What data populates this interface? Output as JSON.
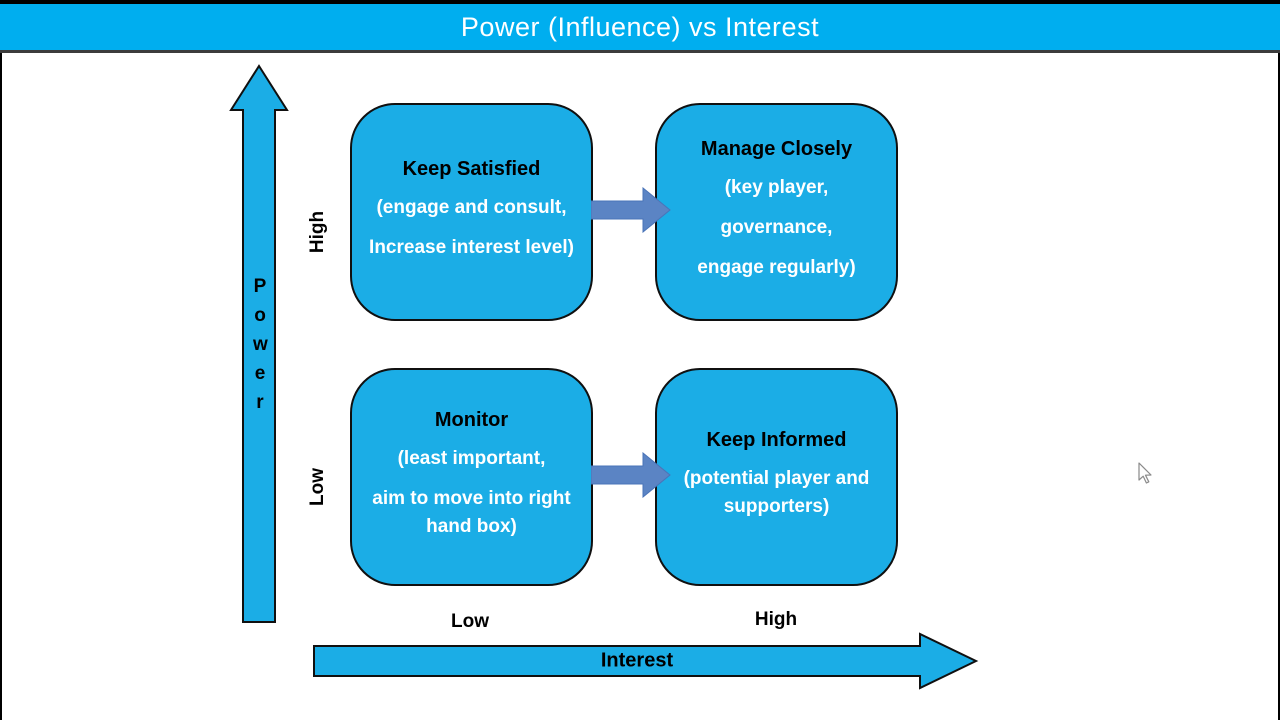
{
  "header": {
    "title": "Power (Influence) vs Interest"
  },
  "colors": {
    "header_bg": "#00AEEF",
    "box_fill": "#1BADE6",
    "box_border": "#101010",
    "connector_fill": "#5B84C4",
    "axis_arrow_fill": "#1BADE6",
    "box_title_text": "#000000",
    "box_body_text": "#FFFFFF",
    "header_text": "#FFFFFF"
  },
  "y_axis": {
    "label": "Power",
    "top_label": "High",
    "bottom_label": "Low"
  },
  "x_axis": {
    "label": "Interest",
    "left_label": "Low",
    "right_label": "High"
  },
  "quadrants": {
    "top_left": {
      "title": "Keep Satisfied",
      "lines": [
        "(engage and consult,",
        "Increase interest level)"
      ]
    },
    "top_right": {
      "title": "Manage Closely",
      "lines": [
        "(key player,",
        "governance,",
        "engage regularly)"
      ]
    },
    "bottom_left": {
      "title": "Monitor",
      "lines": [
        "(least important,",
        "aim to move into right hand box)"
      ]
    },
    "bottom_right": {
      "title": "Keep Informed",
      "lines": [
        "(potential player and supporters)"
      ]
    }
  },
  "icons": {
    "cursor": "mouse-pointer-icon"
  }
}
